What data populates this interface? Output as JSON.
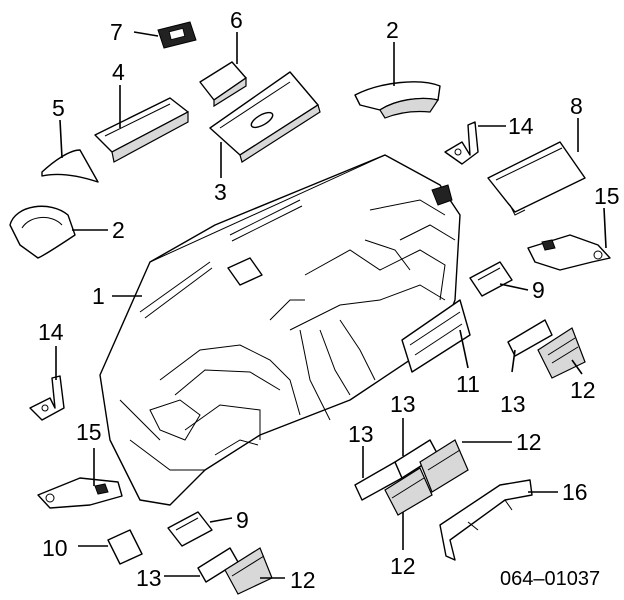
{
  "callouts": [
    {
      "id": "c1",
      "text": "1"
    },
    {
      "id": "c2a",
      "text": "2"
    },
    {
      "id": "c2b",
      "text": "2"
    },
    {
      "id": "c3",
      "text": "3"
    },
    {
      "id": "c4",
      "text": "4"
    },
    {
      "id": "c5",
      "text": "5"
    },
    {
      "id": "c6",
      "text": "6"
    },
    {
      "id": "c7",
      "text": "7"
    },
    {
      "id": "c8",
      "text": "8"
    },
    {
      "id": "c9a",
      "text": "9"
    },
    {
      "id": "c9b",
      "text": "9"
    },
    {
      "id": "c10",
      "text": "10"
    },
    {
      "id": "c11",
      "text": "11"
    },
    {
      "id": "c12a",
      "text": "12"
    },
    {
      "id": "c12b",
      "text": "12"
    },
    {
      "id": "c12c",
      "text": "12"
    },
    {
      "id": "c12d",
      "text": "12"
    },
    {
      "id": "c13a",
      "text": "13"
    },
    {
      "id": "c13b",
      "text": "13"
    },
    {
      "id": "c13c",
      "text": "13"
    },
    {
      "id": "c13d",
      "text": "13"
    },
    {
      "id": "c14a",
      "text": "14"
    },
    {
      "id": "c14b",
      "text": "14"
    },
    {
      "id": "c15a",
      "text": "15"
    },
    {
      "id": "c15b",
      "text": "15"
    },
    {
      "id": "c16",
      "text": "16"
    }
  ],
  "diagram_code": "064–01037"
}
